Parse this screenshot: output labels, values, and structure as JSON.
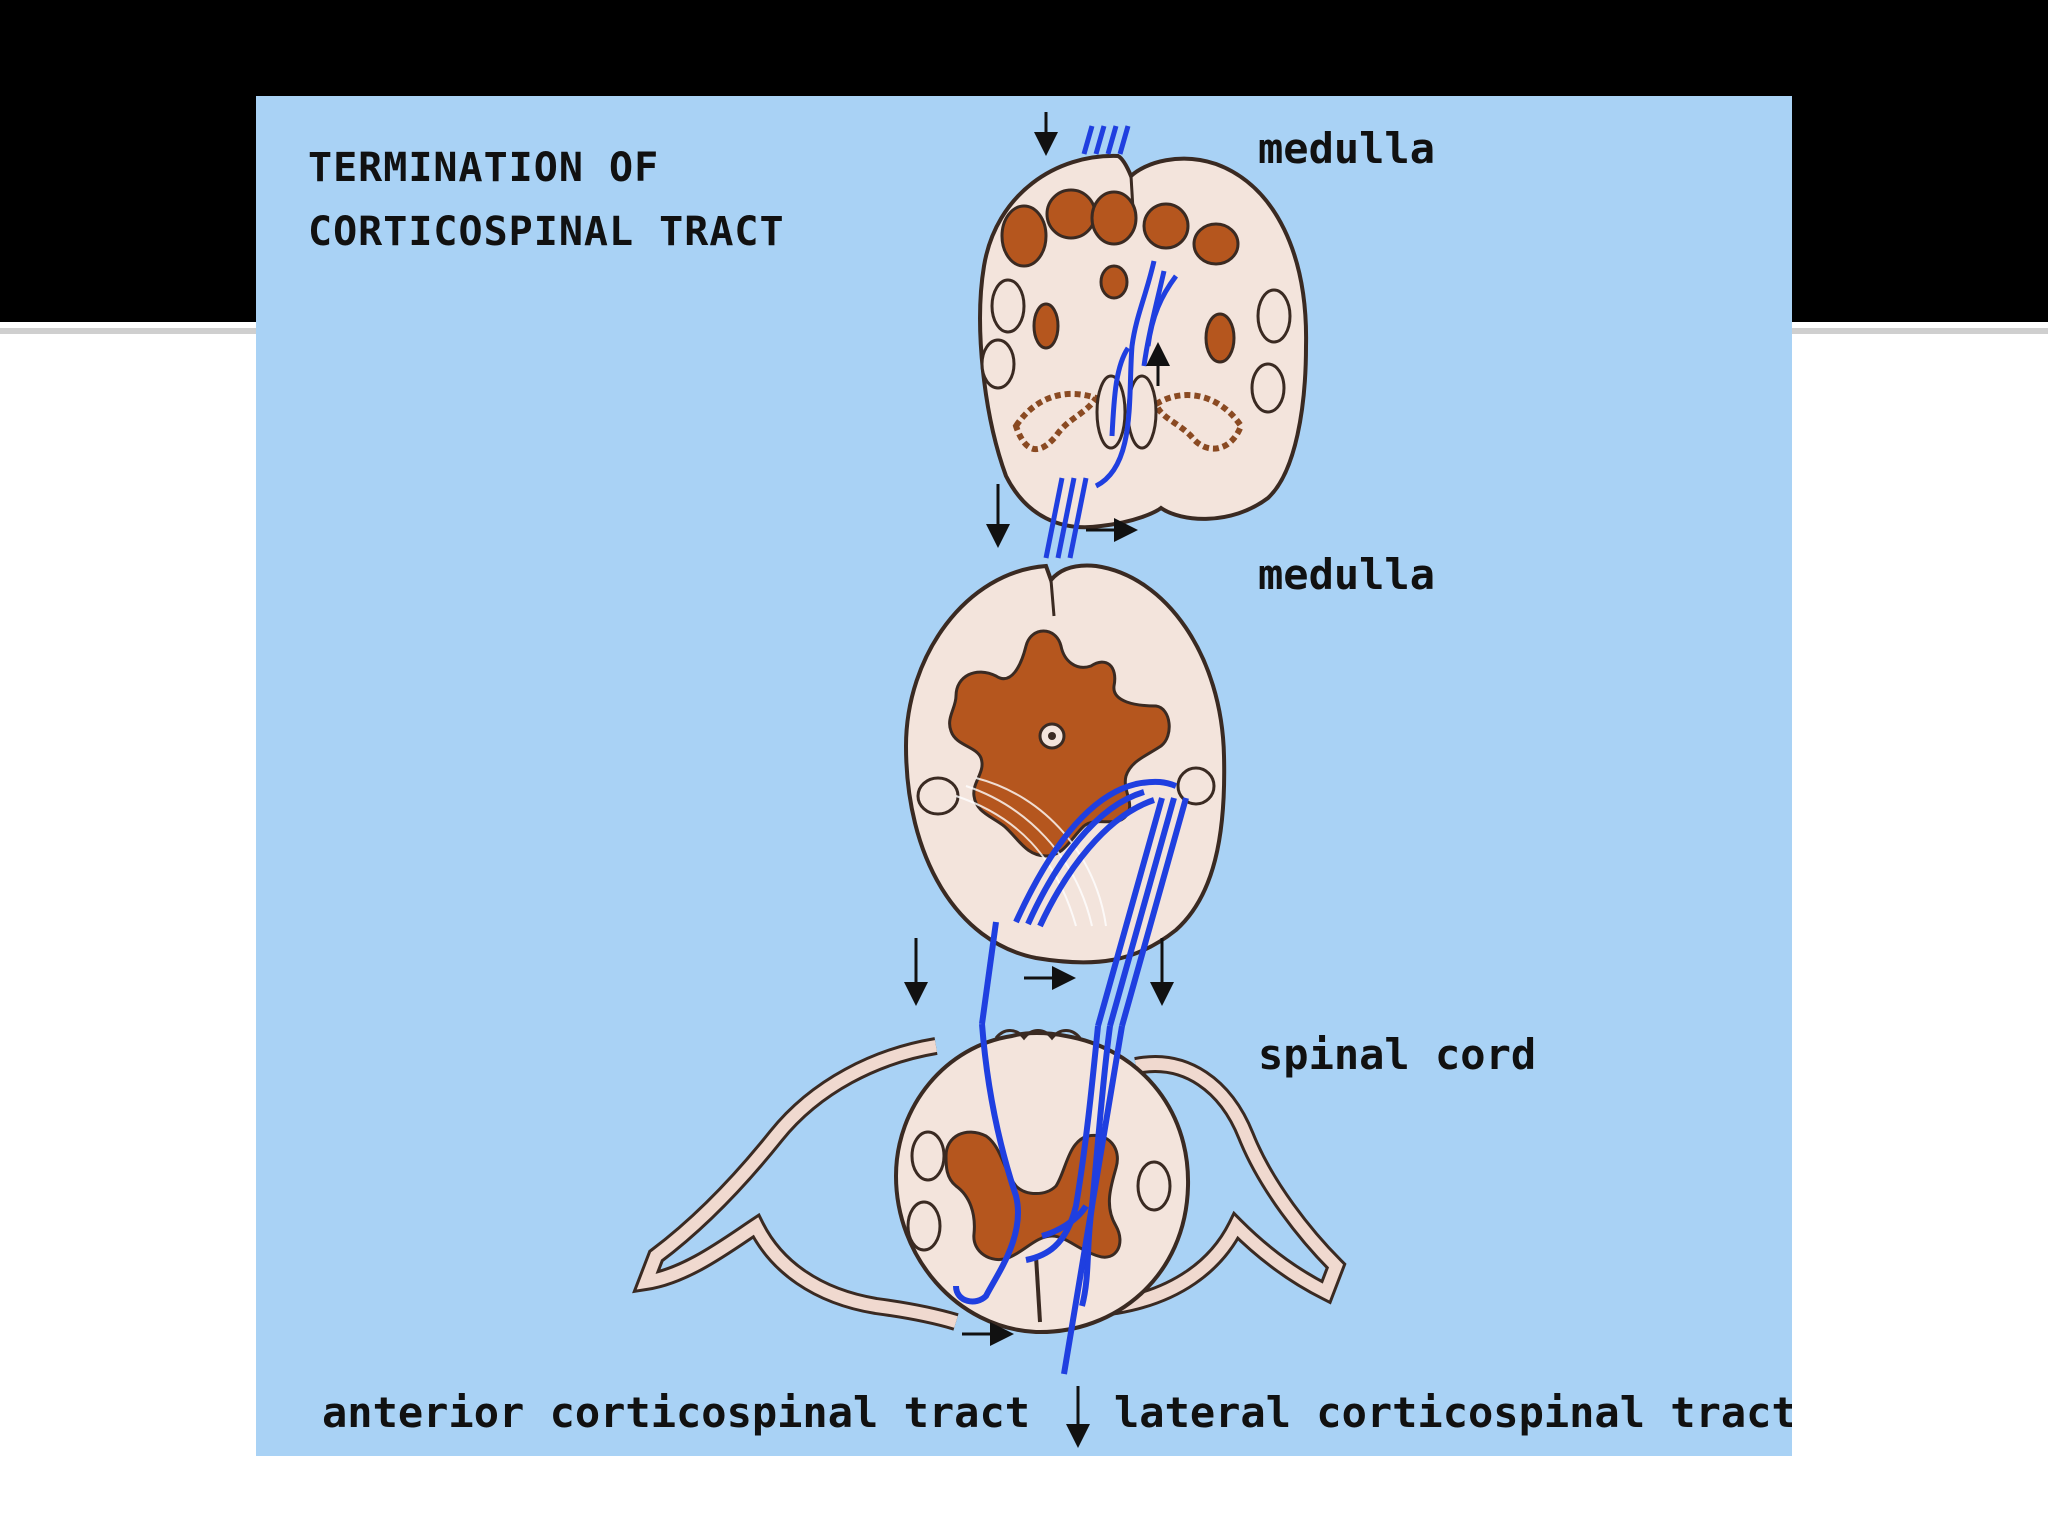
{
  "slide": {
    "band_color": "#000000",
    "rule_color": "#cfcfcf",
    "panel_color": "#a9d2f5"
  },
  "figure": {
    "title_line1": "TERMINATION OF",
    "title_line2": "CORTICOSPINAL TRACT",
    "labels": {
      "medulla_upper": "medulla",
      "medulla_lower": "medulla",
      "spinal_cord": "spinal cord",
      "anterior_tract": "anterior corticospinal tract",
      "lateral_tract": "lateral corticospinal tract"
    },
    "colors": {
      "tract_fibers": "#1f3fe0",
      "gray_matter": "#b5561e",
      "tissue": "#f3e4dc",
      "outline": "#3a2a22"
    }
  }
}
